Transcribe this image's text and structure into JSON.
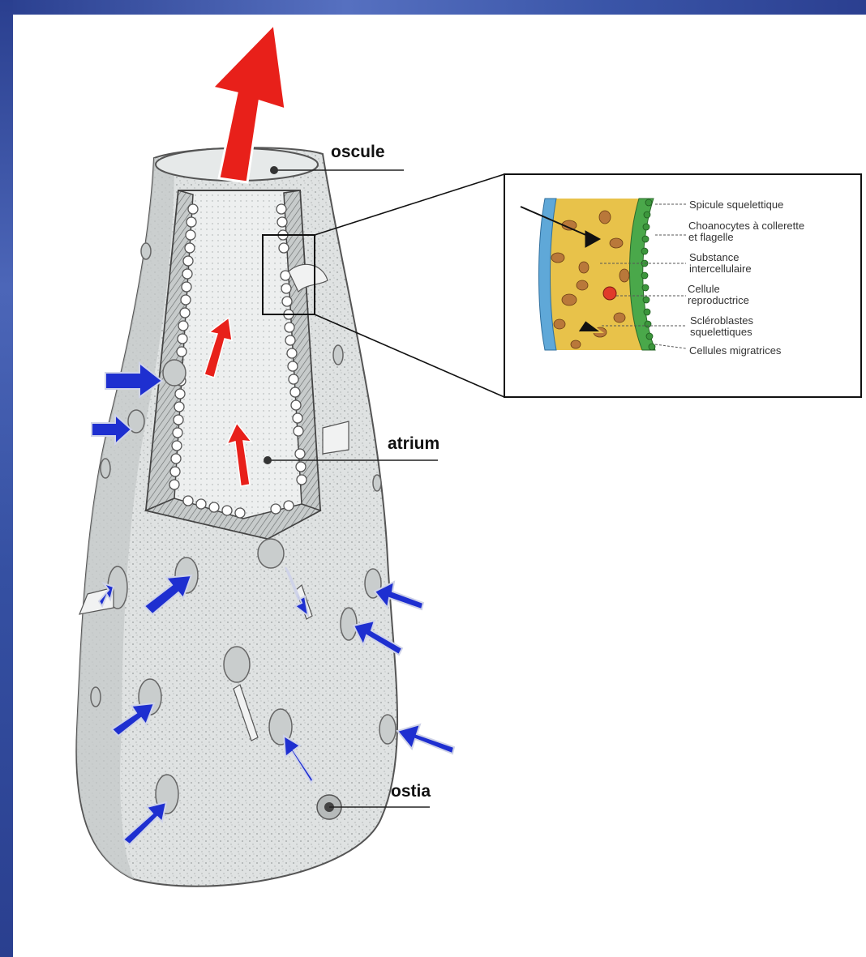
{
  "labels": {
    "oscule": "oscule",
    "atrium": "atrium",
    "ostia": "ostia"
  },
  "inset": {
    "spicule": "Spicule squelettique",
    "choanocytes": "Choanocytes à collerette\net flagelle",
    "substance": "Substance\nintercellulaire",
    "cellule": "Cellule\nreproductrice",
    "scleroblastes": "Scléroblastes\nsquelettiques",
    "migratrices": "Cellules migratrices"
  },
  "colors": {
    "outflow_arrow": "#e8201a",
    "inflow_arrow": "#1e2fd0",
    "body": "#d8dcdc",
    "mesohyl": "#e8c24a",
    "epidermis": "#5fa8d8",
    "choanoderm": "#4aa84a",
    "frame": "#3550a2"
  }
}
